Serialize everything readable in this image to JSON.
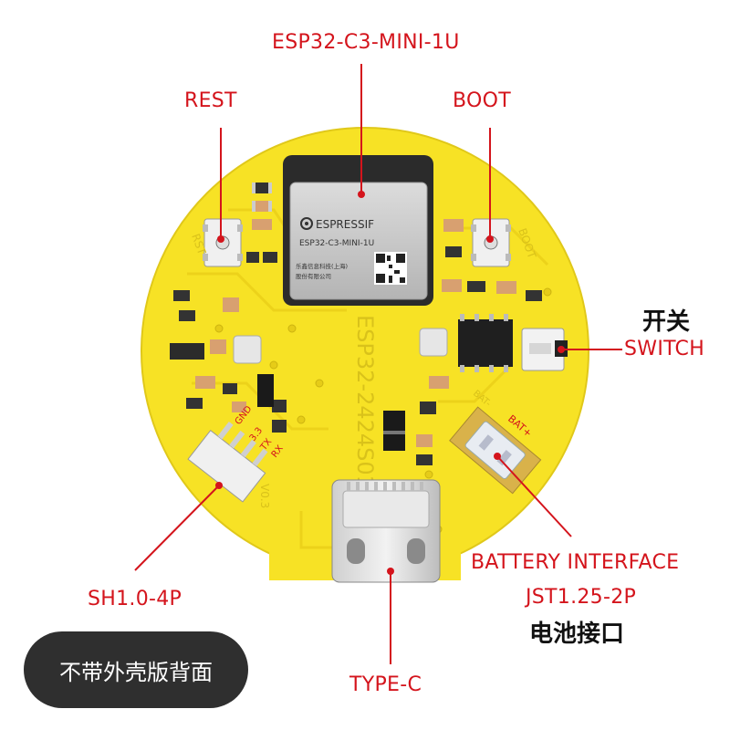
{
  "labels": {
    "module": "ESP32-C3-MINI-1U",
    "rest": "REST",
    "boot": "BOOT",
    "switch_cn": "开关",
    "switch_en": "SWITCH",
    "sh_connector": "SH1.0-4P",
    "battery_interface": "BATTERY INTERFACE",
    "battery_jst": "JST1.25-2P",
    "battery_cn": "电池接口",
    "type_c": "TYPE-C"
  },
  "badge": {
    "text": "不带外壳版背面"
  },
  "board_silkscreen": {
    "module_brand": "ESPRESSIF",
    "module_model": "ESP32-C3-MINI-1U",
    "module_note_1": "乐鑫信息科技(上海)",
    "module_note_2": "股份有限公司",
    "board_name": "ESP32-2424S012",
    "rst": "RST",
    "boot": "BOOT",
    "version": "V0.3",
    "bat_plus": "BAT+",
    "bat_minus": "BAT-",
    "pins": [
      "GND",
      "3.3",
      "TX",
      "RX"
    ]
  },
  "colors": {
    "board": "#f7e225",
    "annotation": "#d4141c",
    "badge_bg": "#2f2f2f",
    "module_shield": "#c9c9c9",
    "module_antenna_area": "#2b2b2b"
  }
}
